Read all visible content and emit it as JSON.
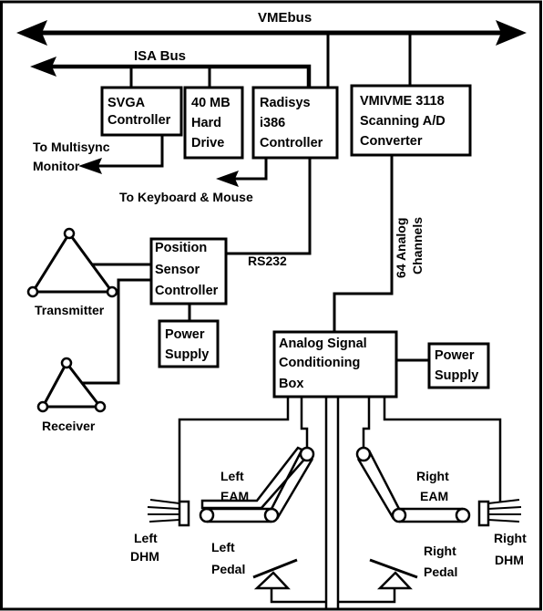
{
  "buses": {
    "vme": "VMEbus",
    "isa": "ISA Bus"
  },
  "boxes": {
    "svga": [
      "SVGA",
      "Controller"
    ],
    "hard_drive": [
      "40 MB",
      "Hard",
      "Drive"
    ],
    "radisys": [
      "Radisys",
      "i386",
      "Controller"
    ],
    "vmivme": [
      "VMIVME 3118",
      "Scanning A/D",
      "Converter"
    ],
    "position_sensor": [
      "Position",
      "Sensor",
      "Controller"
    ],
    "power_supply_left": [
      "Power",
      "Supply"
    ],
    "analog_box": [
      "Analog Signal",
      "Conditioning",
      "Box"
    ],
    "power_supply_right": [
      "Power",
      "Supply"
    ]
  },
  "labels": {
    "monitor": [
      "To Multisync",
      "Monitor"
    ],
    "keyboard": "To Keyboard & Mouse",
    "rs232": "RS232",
    "analog_channels": [
      "64 Analog",
      "Channels"
    ],
    "transmitter": "Transmitter",
    "receiver": "Receiver",
    "left_eam": [
      "Left",
      "EAM"
    ],
    "right_eam": [
      "Right",
      "EAM"
    ],
    "left_dhm": [
      "Left",
      "DHM"
    ],
    "right_dhm": [
      "Right",
      "DHM"
    ],
    "left_pedal": [
      "Left",
      "Pedal"
    ],
    "right_pedal": [
      "Right",
      "Pedal"
    ]
  }
}
